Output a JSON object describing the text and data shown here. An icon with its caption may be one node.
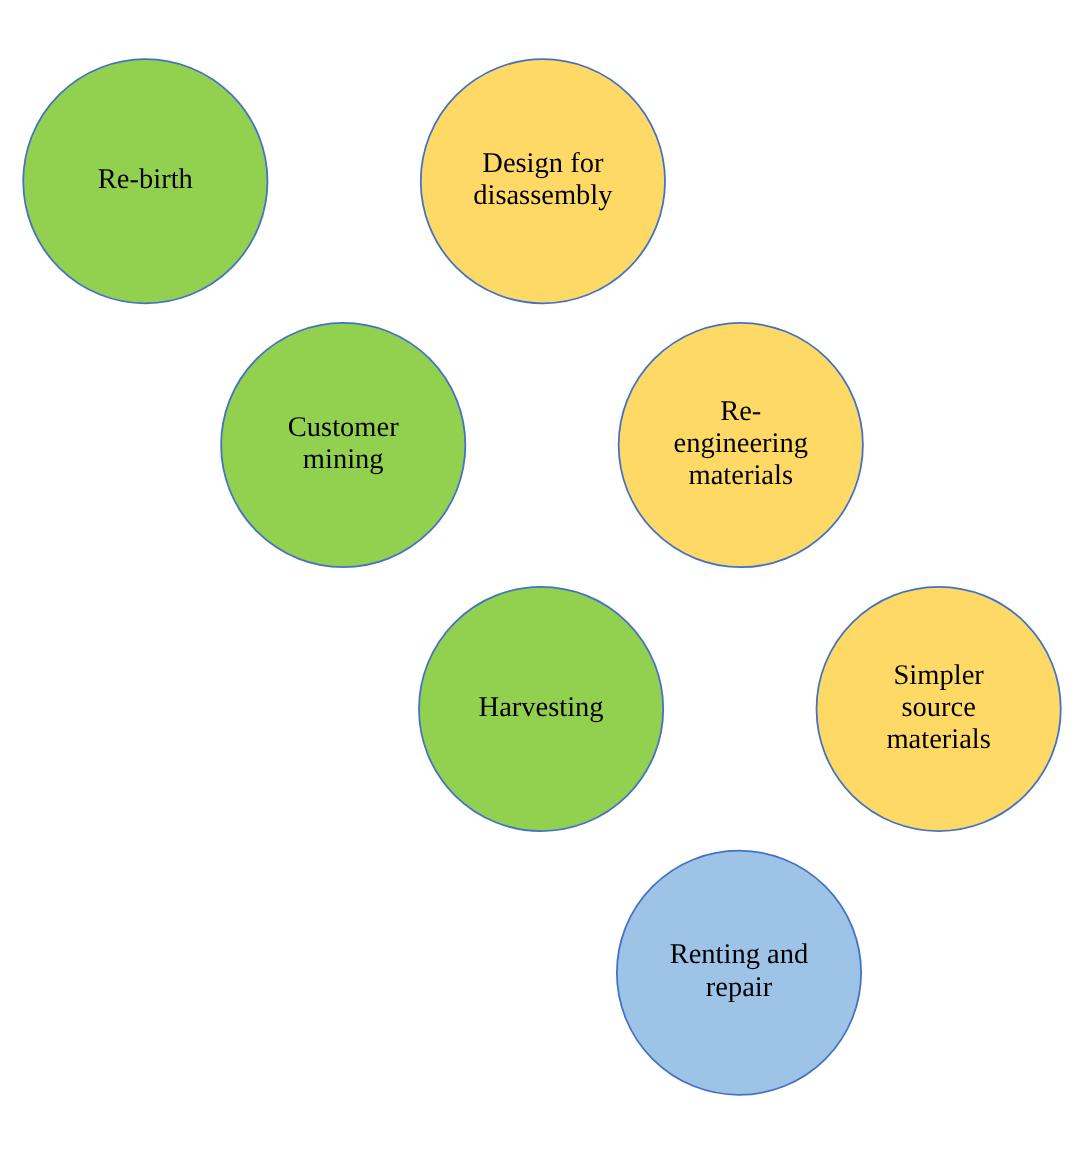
{
  "diagram": {
    "nodes": [
      {
        "text": [
          "Re-birth"
        ]
      },
      {
        "text": [
          "Design for disassembly"
        ]
      },
      {
        "text": [
          "Customer mining"
        ]
      },
      {
        "text": [
          "Re- engineering materials"
        ]
      },
      {
        "text": [
          "Harvesting"
        ]
      },
      {
        "text": [
          "Simpler source materials"
        ]
      },
      {
        "text": [
          "Renting and repair"
        ]
      }
    ],
    "edges": []
  }
}
